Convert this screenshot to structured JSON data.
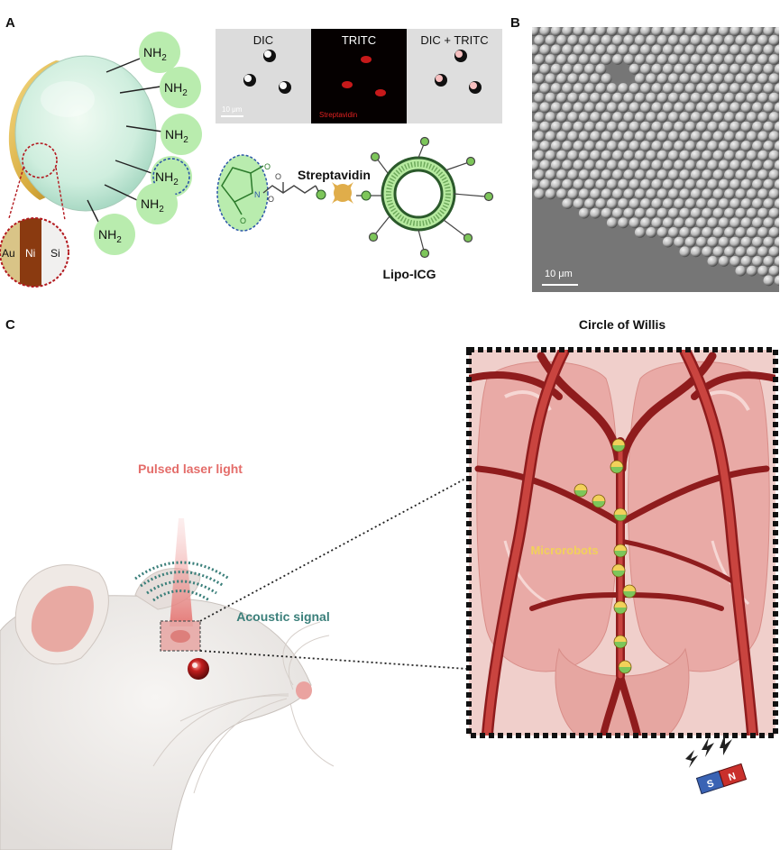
{
  "panels": {
    "a": "A",
    "b": "B",
    "c": "C"
  },
  "panel_a": {
    "amine_label": "NH",
    "amine_sub": "2",
    "layers": {
      "au": "Au",
      "ni": "Ni",
      "si": "Si"
    },
    "micro_tabs": {
      "dic": "DIC",
      "tritc": "TRITC",
      "merge": "DIC + TRITC"
    },
    "micro_scale": "10 μm",
    "micro_stain": "Streptavidin",
    "chem_o": "O",
    "chem_n": "N",
    "streptavidin": "Streptavidin",
    "lipo": "Lipo-ICG"
  },
  "panel_b": {
    "scale": "10 μm"
  },
  "panel_c": {
    "title": "Circle of Willis",
    "laser": "Pulsed laser light",
    "acoustic": "Acoustic signal",
    "microrobots": "Microrobots",
    "magnet_s": "S",
    "magnet_n": "N"
  },
  "colors": {
    "amine_green": "#b9ecae",
    "gold": "#d6a93b",
    "vessel_red": "#b5302e",
    "brain_pink": "#e9aaa6",
    "acoustic_teal": "#3a7f7a",
    "laser_pink": "#e88a88",
    "robot_yellow": "#f2d15a",
    "robot_green": "#7dc65a"
  }
}
